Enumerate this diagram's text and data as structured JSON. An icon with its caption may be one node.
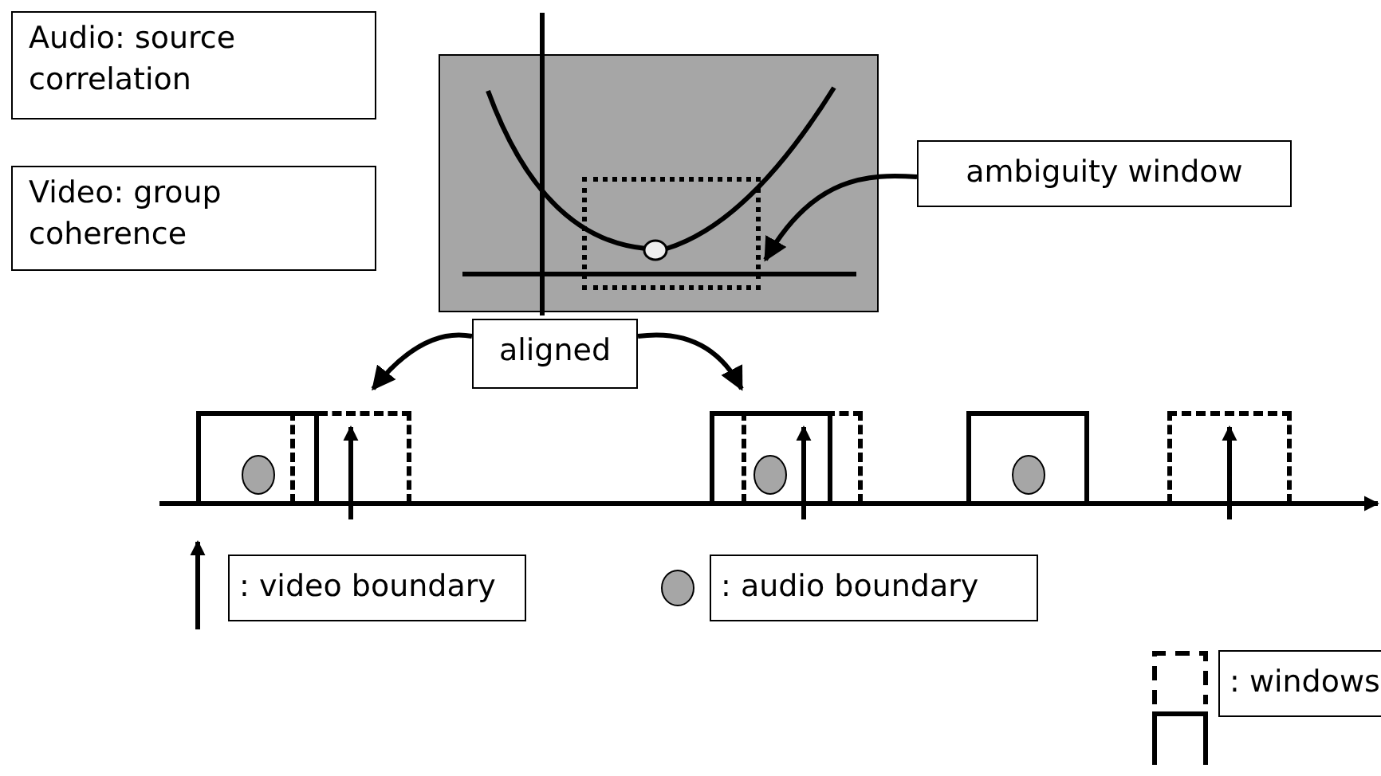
{
  "diagram": {
    "nodes": [
      {
        "text": [
          "Audio: source correlation"
        ]
      },
      {
        "text": [
          "Video: group coherence"
        ]
      },
      {
        "text": [],
        "shape": "picture"
      },
      {
        "text": [],
        "shape": "box",
        "in": 2
      },
      {
        "text": [
          "ambiguity window"
        ]
      },
      {
        "text": [
          "aligned"
        ]
      },
      {
        "text": [],
        "shape": "box"
      },
      {
        "text": [],
        "shape": "box"
      },
      {
        "text": [],
        "shape": "box"
      },
      {
        "text": [],
        "shape": "box"
      },
      {
        "text": [],
        "shape": "box"
      },
      {
        "text": [],
        "shape": "box"
      }
    ],
    "edges": [
      {
        "from": 4,
        "to": 3,
        "arrow": "to"
      },
      {
        "from": 5,
        "to": 7,
        "arrow": "to"
      },
      {
        "from": 5,
        "to": 9,
        "arrow": "to"
      }
    ],
    "legend": [
      {
        "text": ": video boundary"
      },
      {
        "text": ": audio boundary"
      },
      {
        "text": ": windows"
      }
    ]
  }
}
